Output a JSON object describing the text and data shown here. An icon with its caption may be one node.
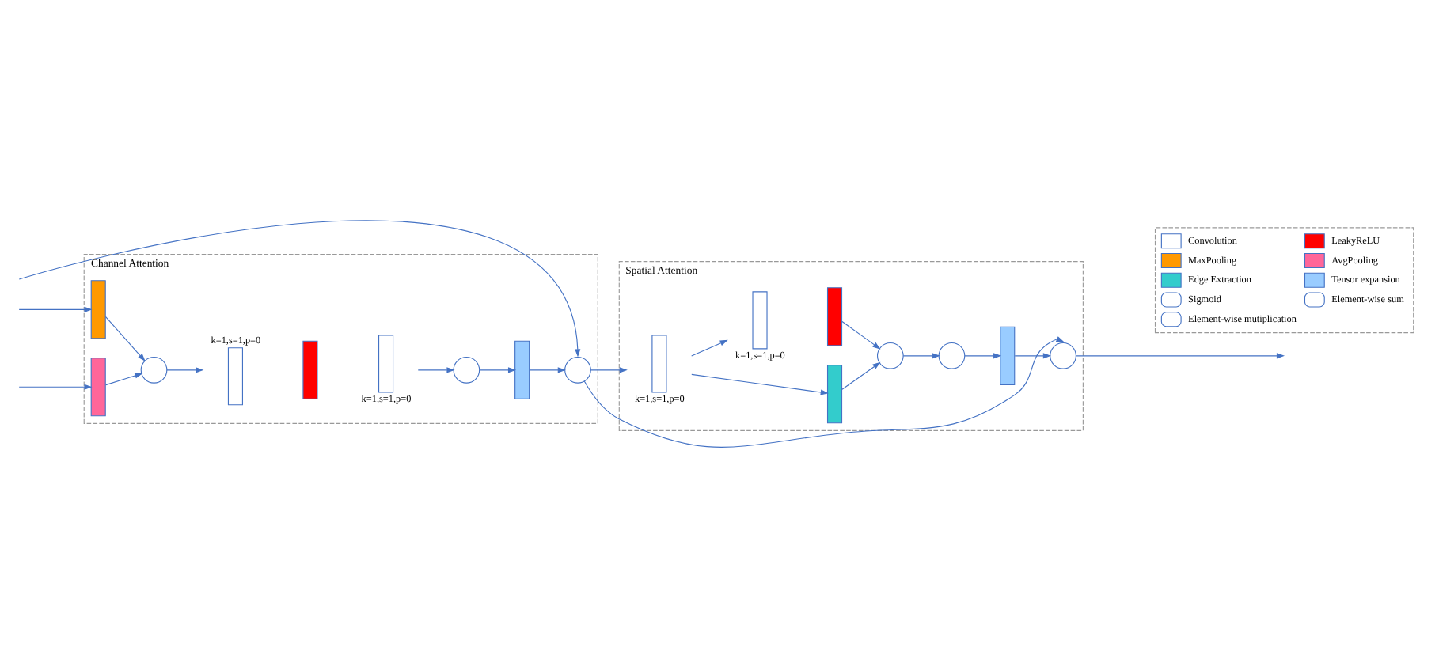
{
  "diagram": {
    "nodes": [
      {
        "text": [
          "Channel Attention"
        ]
      },
      {
        "text": [],
        "shape": "box",
        "in": 0
      },
      {
        "text": [],
        "shape": "box",
        "in": 0
      },
      {
        "text": [],
        "shape": "circle",
        "in": 0
      },
      {
        "text": [],
        "shape": "box",
        "in": 0,
        "beside": [
          "k=1,s=1,p=0"
        ]
      },
      {
        "text": [],
        "shape": "box",
        "in": 0
      },
      {
        "text": [],
        "shape": "box",
        "in": 0,
        "beside": [
          "k=1,s=1,p=0"
        ]
      },
      {
        "text": [],
        "shape": "circle",
        "in": 0
      },
      {
        "text": [],
        "shape": "box",
        "in": 0
      },
      {
        "text": [],
        "shape": "circle",
        "in": 0
      },
      {
        "text": [
          "Spatial Attention"
        ]
      },
      {
        "text": [],
        "shape": "box",
        "in": 10,
        "beside": [
          "k=1,s=1,p=0"
        ]
      },
      {
        "text": [],
        "shape": "box",
        "in": 10
      },
      {
        "text": [],
        "shape": "box",
        "in": 10,
        "beside": [
          "k=1,s=1,p=0"
        ]
      },
      {
        "text": [],
        "shape": "box",
        "in": 10
      },
      {
        "text": [],
        "shape": "circle",
        "in": 10
      },
      {
        "text": [],
        "shape": "circle",
        "in": 10
      },
      {
        "text": [],
        "shape": "box",
        "in": 10
      },
      {
        "text": [],
        "shape": "circle",
        "in": 10
      }
    ],
    "edges": [
      {
        "from": null,
        "to": 1,
        "arrow": "to"
      },
      {
        "from": null,
        "to": 2,
        "arrow": "to"
      },
      {
        "from": null,
        "to": 9,
        "arrow": "to"
      },
      {
        "from": 1,
        "to": 3,
        "arrow": "to"
      },
      {
        "from": 2,
        "to": 3,
        "arrow": "to"
      },
      {
        "from": 3,
        "to": 4,
        "arrow": "to"
      },
      {
        "from": 6,
        "to": 7,
        "arrow": "to"
      },
      {
        "from": 7,
        "to": 8,
        "arrow": "to"
      },
      {
        "from": 8,
        "to": 9,
        "arrow": "to"
      },
      {
        "from": 9,
        "to": 11,
        "arrow": "to"
      },
      {
        "from": 9,
        "to": 18,
        "arrow": "to"
      },
      {
        "from": 11,
        "to": 12,
        "arrow": "to"
      },
      {
        "from": 11,
        "to": 13,
        "arrow": "to"
      },
      {
        "from": 12,
        "to": 15,
        "arrow": "to"
      },
      {
        "from": 14,
        "to": 15,
        "arrow": "to"
      },
      {
        "from": 15,
        "to": 16,
        "arrow": "to"
      },
      {
        "from": 16,
        "to": 17,
        "arrow": "to"
      },
      {
        "from": 17,
        "to": 18,
        "arrow": "to"
      },
      {
        "from": 18,
        "to": null,
        "arrow": "to"
      }
    ],
    "legend": [
      {
        "text": "Convolution",
        "color": "#ffffff"
      },
      {
        "text": "LeakyReLU",
        "color": "#ff0000"
      },
      {
        "text": "MaxPooling",
        "color": "#ff9900"
      },
      {
        "text": "AvgPooling",
        "color": "#ff6699"
      },
      {
        "text": "Edge Extraction",
        "color": "#33cccc"
      },
      {
        "text": "Tensor expansion",
        "color": "#99ccff"
      },
      {
        "text": "Sigmoid"
      },
      {
        "text": "Element-wise sum"
      },
      {
        "text": "Element-wise mutiplication"
      }
    ]
  }
}
